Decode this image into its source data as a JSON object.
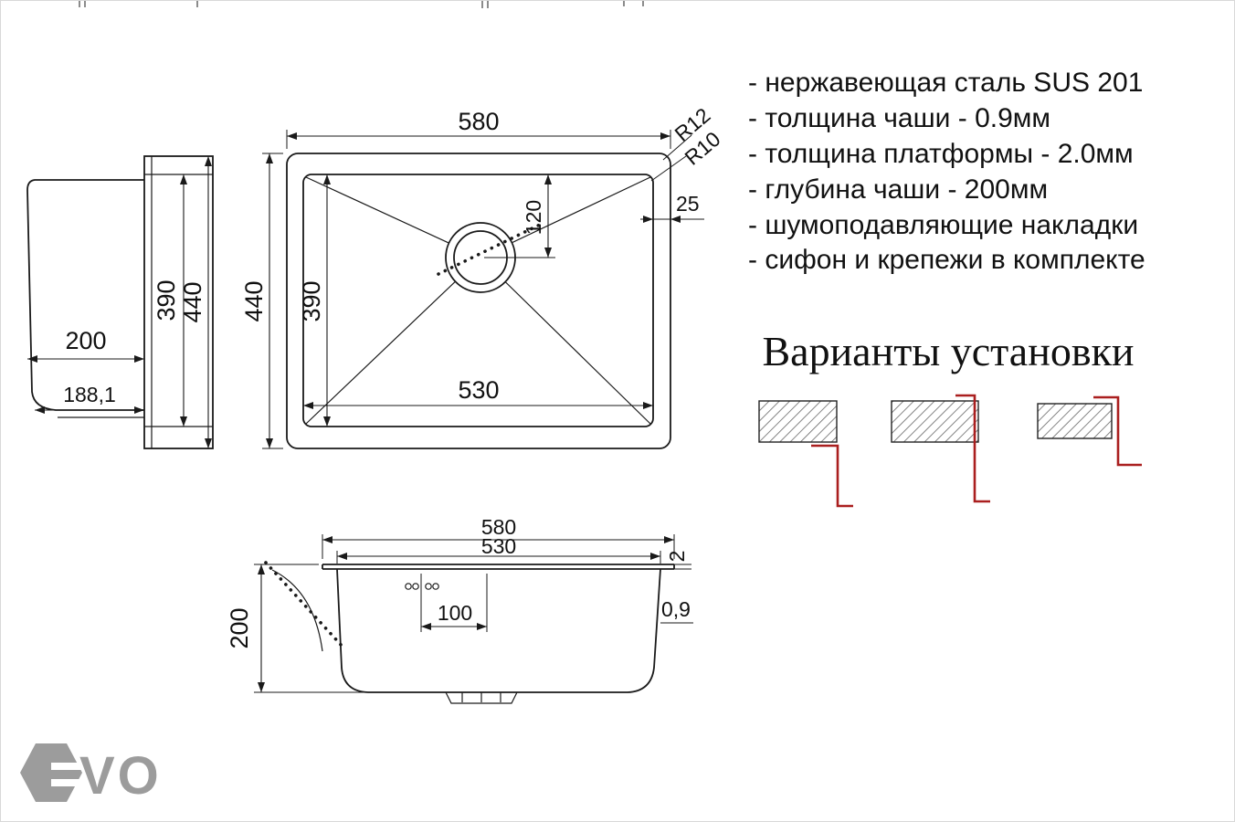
{
  "colors": {
    "line": "#1a1a1a",
    "accent_red": "#aa1f1f",
    "logo_gray": "#9c9c9c"
  },
  "specs": {
    "lines": [
      "- нержавеющая сталь SUS 201",
      "- толщина чаши - 0.9мм",
      "- толщина платформы - 2.0мм",
      "- глубина чаши - 200мм",
      "- шумоподавляющие накладки",
      "- сифон и крепежи в комплекте"
    ]
  },
  "installation": {
    "title": "Варианты установки"
  },
  "top_view": {
    "dim_width": "580",
    "dim_inner_width": "530",
    "dim_height": "440",
    "dim_inner_height": "390",
    "radius_outer": "R12",
    "radius_inner": "R10",
    "dim_rim": "25",
    "dim_drain": "120"
  },
  "side_view": {
    "dim_height": "440",
    "dim_inner_height": "390",
    "dim_depth": "200",
    "dim_bottom": "188,1"
  },
  "front_view": {
    "dim_width": "580",
    "dim_inner_width": "530",
    "dim_depth": "200",
    "dim_holes": "100",
    "dim_wall": "0,9",
    "dim_platform": "2"
  },
  "logo": {
    "text": "VO"
  }
}
